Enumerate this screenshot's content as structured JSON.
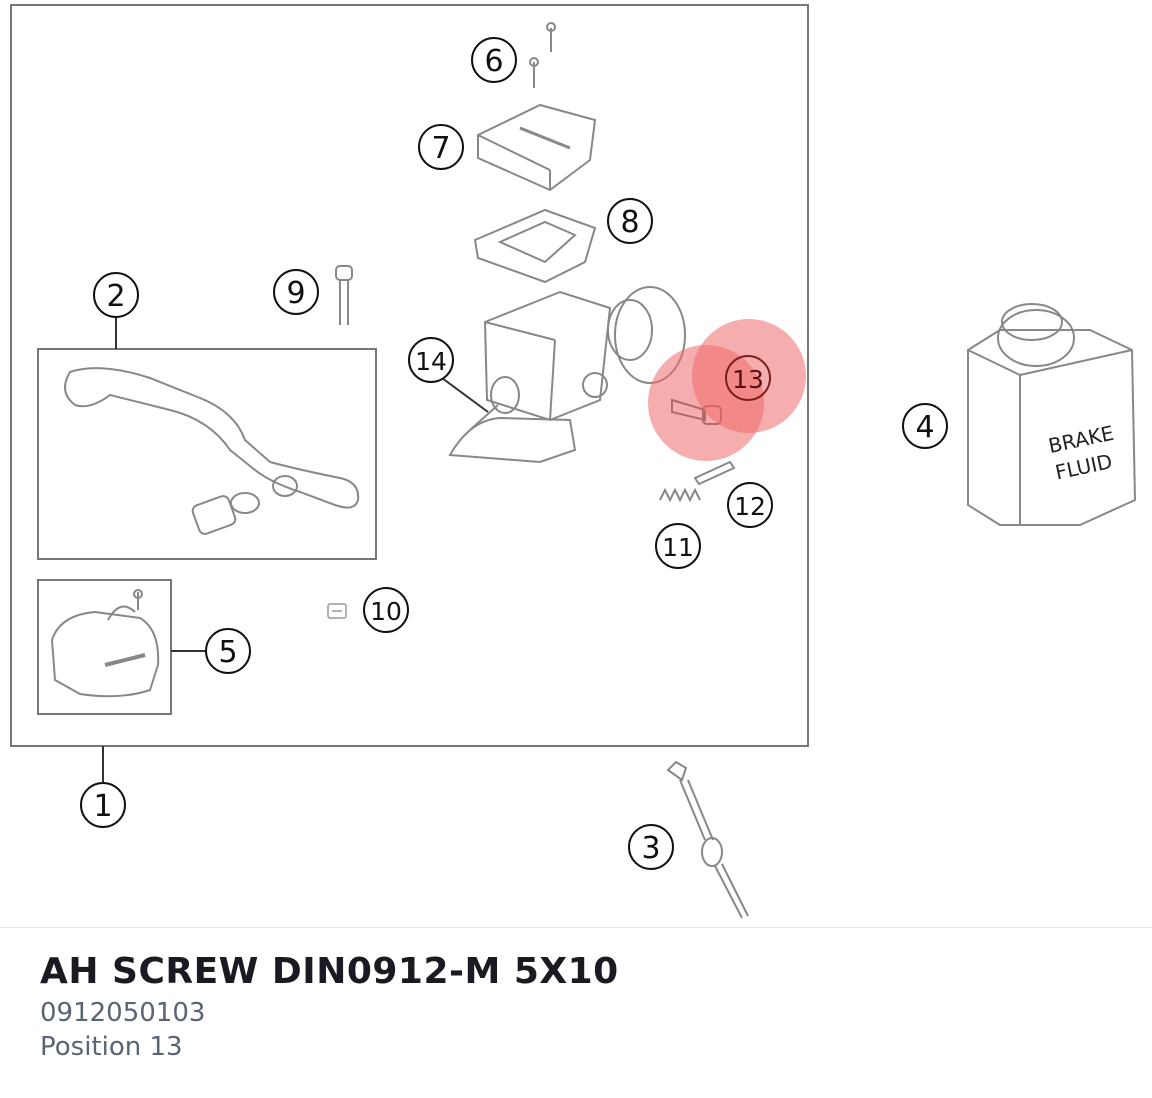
{
  "diagram": {
    "callouts": [
      "1",
      "2",
      "3",
      "4",
      "5",
      "6",
      "7",
      "8",
      "9",
      "10",
      "11",
      "12",
      "13",
      "14"
    ],
    "highlighted_callout": "13",
    "highlight_color": "#ef6a6a",
    "bottle_label_line1": "BRAKE",
    "bottle_label_line2": "FLUID"
  },
  "part": {
    "title": "AH SCREW DIN0912-M 5X10",
    "number": "0912050103",
    "position": "Position 13"
  }
}
